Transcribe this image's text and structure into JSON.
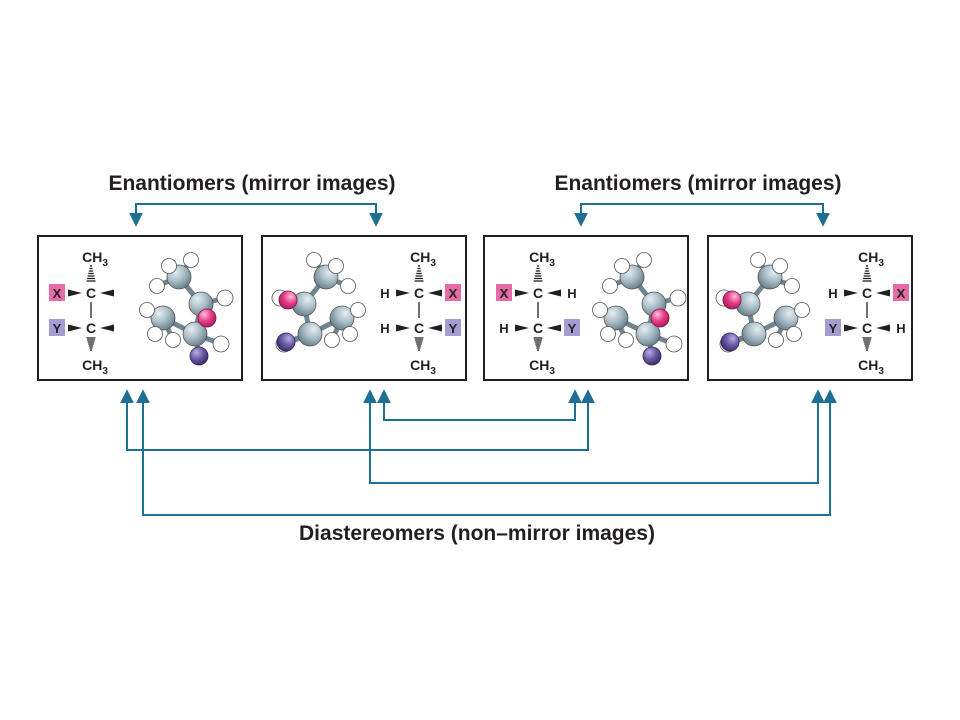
{
  "captions": {
    "enantiomers_left": "Enantiomers (mirror images)",
    "enantiomers_right": "Enantiomers (mirror images)",
    "diastereomers": "Diastereomers (non–mirror images)"
  },
  "panels": [
    {
      "top": {
        "C": "CH",
        "sub": "3"
      },
      "bottom": {
        "C": "CH",
        "sub": "3"
      },
      "upper_left": "X",
      "upper_right": "",
      "lower_left": "Y",
      "lower_right": "",
      "center": "C"
    },
    {
      "top": {
        "C": "CH",
        "sub": "3"
      },
      "bottom": {
        "C": "CH",
        "sub": "3"
      },
      "upper_left": "H",
      "upper_right": "X",
      "lower_left": "H",
      "lower_right": "Y",
      "center": "C"
    },
    {
      "top": {
        "C": "CH",
        "sub": "3"
      },
      "bottom": {
        "C": "CH",
        "sub": "3"
      },
      "upper_left": "X",
      "upper_right": "H",
      "lower_left": "H",
      "lower_right": "Y",
      "center": "C"
    },
    {
      "top": {
        "C": "CH",
        "sub": "3"
      },
      "bottom": {
        "C": "CH",
        "sub": "3"
      },
      "upper_left": "H",
      "upper_right": "X",
      "lower_left": "Y",
      "lower_right": "H",
      "center": "C"
    }
  ],
  "colors": {
    "arrow": "#1f6e93",
    "x_box": "#e46ba5",
    "y_box": "#a59dd2",
    "x_atom": "#e93c8a",
    "y_atom": "#6a5aa6",
    "carbon": "#a9bcc6",
    "hydrogen": "#ffffff",
    "bond": "#8fc6dc"
  }
}
